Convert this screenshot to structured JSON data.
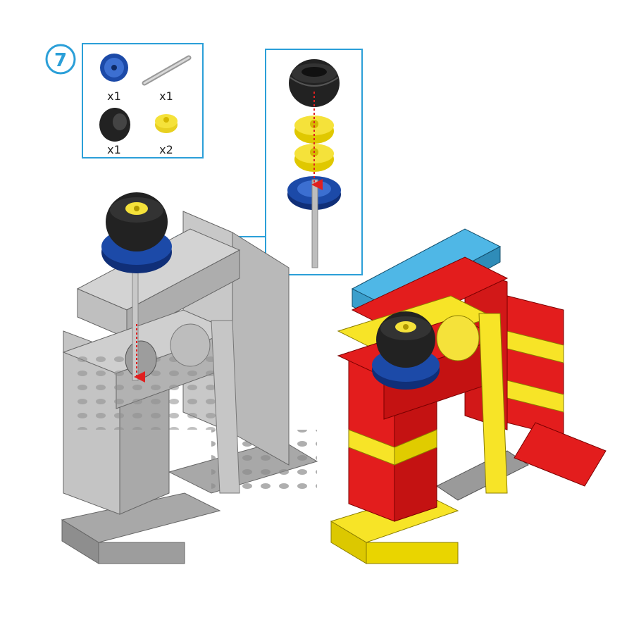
{
  "step": {
    "number": "7"
  },
  "parts": [
    {
      "name": "blue-gear",
      "qty": "x1"
    },
    {
      "name": "grey-axle",
      "qty": "x1"
    },
    {
      "name": "black-tire",
      "qty": "x1"
    },
    {
      "name": "yellow-hub",
      "qty": "x2"
    }
  ],
  "colors": {
    "callout_border": "#2b9fd8",
    "arrow_blue": "#2b9fd8",
    "arrow_red": "#e02020",
    "grey_brick": "#b9b9b9",
    "red_brick": "#e31d1d",
    "yellow_brick": "#f7e427",
    "cyan_brick": "#4fb7e6",
    "blue_gear": "#1c4aa8",
    "tire": "#222222",
    "hub": "#f5e23a",
    "axle": "#c8c8c8"
  }
}
